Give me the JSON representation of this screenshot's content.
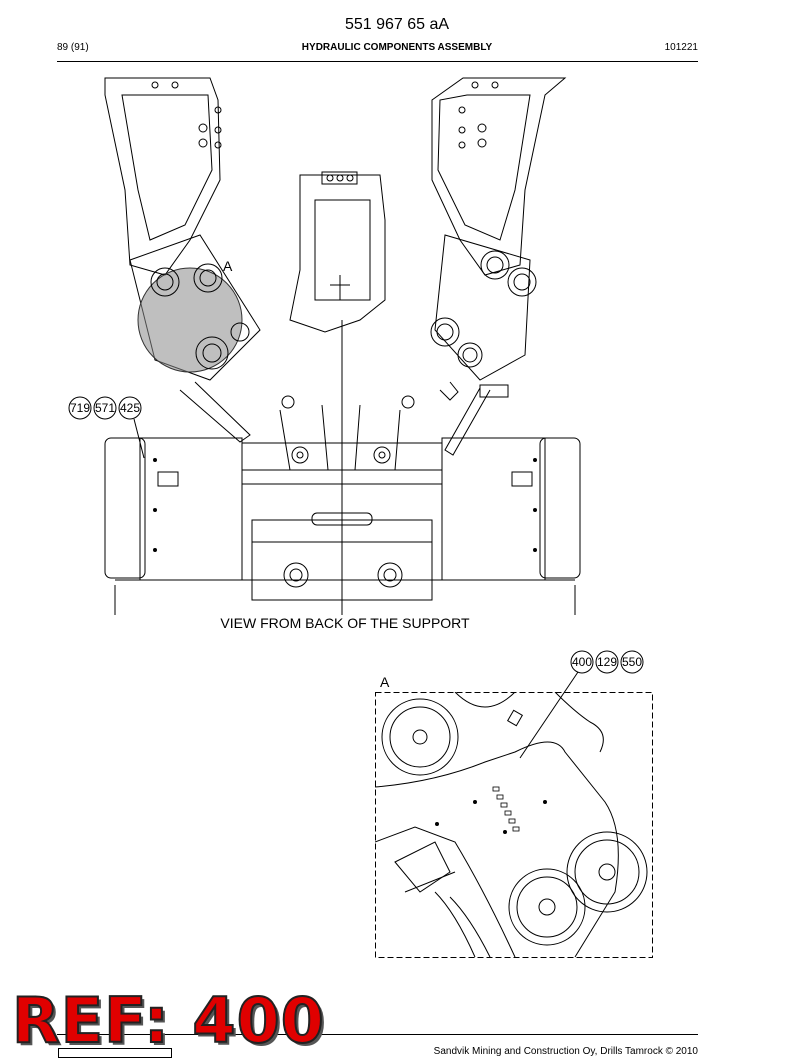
{
  "header": {
    "doc_number": "551 967 65 aA",
    "page_index": "89 (91)",
    "title": "HYDRAULIC COMPONENTS ASSEMBLY",
    "date": "101221"
  },
  "main_view": {
    "caption": "VIEW FROM BACK OF THE SUPPORT",
    "detail_marker": "A",
    "callouts": [
      "719",
      "571",
      "425"
    ]
  },
  "detail_view": {
    "label": "A",
    "callouts": [
      "400",
      "129",
      "550"
    ]
  },
  "stamp": {
    "text": "REF: 400",
    "color": "#e00000"
  },
  "footer": {
    "copyright": "Sandvik Mining and Construction Oy, Drills Tamrock © 2010"
  }
}
